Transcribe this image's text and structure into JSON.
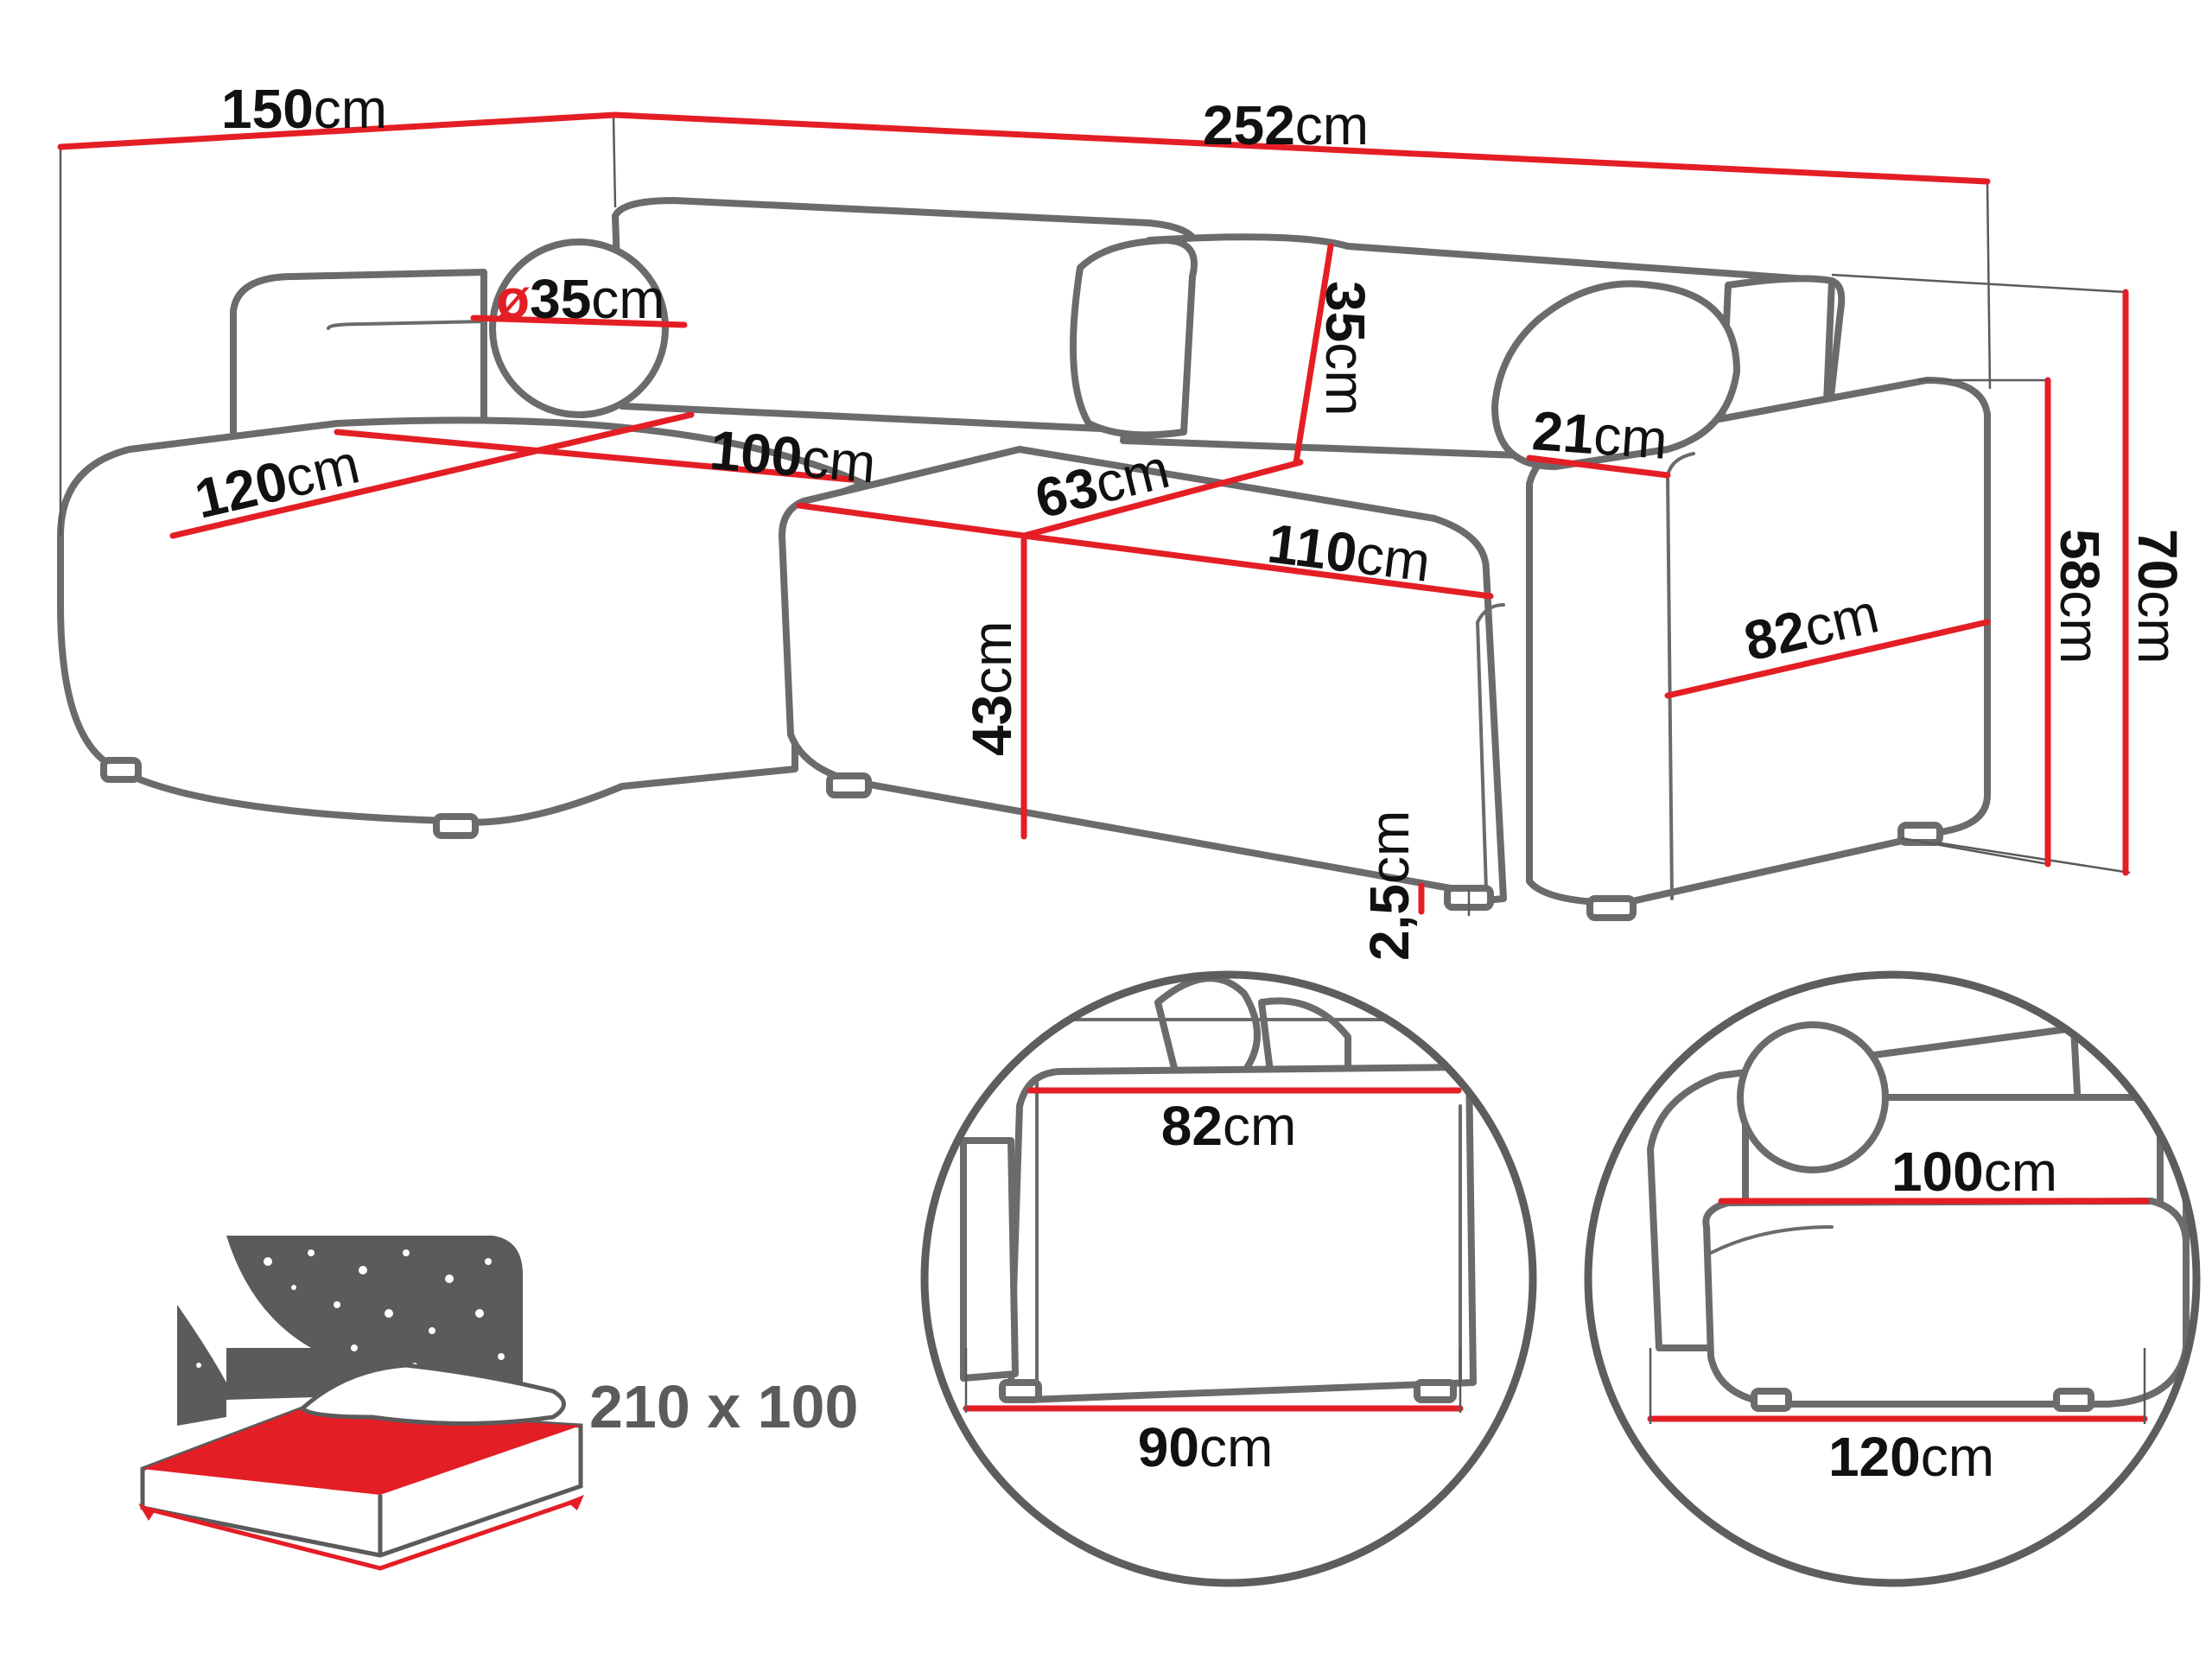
{
  "main_view": {
    "depth_left": {
      "value": "150",
      "unit": "cm"
    },
    "total_length": {
      "value": "252",
      "unit": "cm"
    },
    "cushion_diameter": {
      "symbol": "ø",
      "value": "35",
      "unit": "cm"
    },
    "backrest_height": {
      "value": "35",
      "unit": "cm"
    },
    "chaise_length": {
      "value": "120",
      "unit": "cm"
    },
    "chaise_width": {
      "value": "100",
      "unit": "cm"
    },
    "seat_depth": {
      "value": "63",
      "unit": "cm"
    },
    "armrest_width": {
      "value": "21",
      "unit": "cm"
    },
    "seat_width": {
      "value": "110",
      "unit": "cm"
    },
    "seat_height": {
      "value": "43",
      "unit": "cm"
    },
    "armrest_depth": {
      "value": "82",
      "unit": "cm"
    },
    "armrest_height": {
      "value": "58",
      "unit": "cm"
    },
    "total_height": {
      "value": "70",
      "unit": "cm"
    },
    "leg_height": {
      "value": "2,5",
      "unit": "cm"
    }
  },
  "detail_left": {
    "top": {
      "value": "82",
      "unit": "cm"
    },
    "bottom": {
      "value": "90",
      "unit": "cm"
    }
  },
  "detail_right": {
    "top": {
      "value": "100",
      "unit": "cm"
    },
    "bottom": {
      "value": "120",
      "unit": "cm"
    }
  },
  "bed": {
    "size": "210 x 100",
    "mattress_color": "#e41e25",
    "headboard_color": "#5b5b5b"
  },
  "colors": {
    "dimension_line": "#e41e25",
    "outline": "#6b6b6b",
    "text": "#111111"
  }
}
